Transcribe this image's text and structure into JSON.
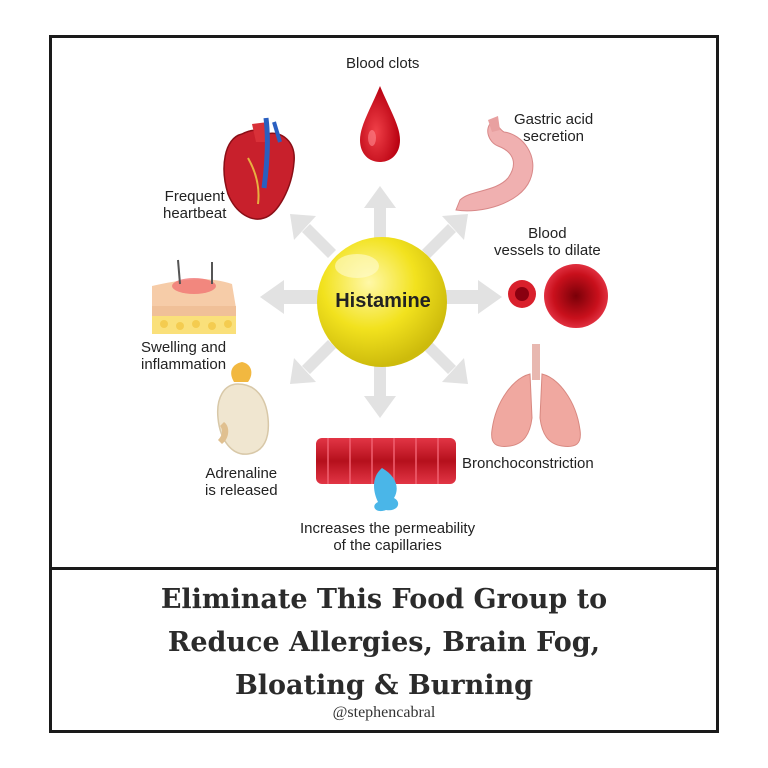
{
  "diagram": {
    "center": "Histamine",
    "effects": [
      {
        "id": "blood-clots",
        "label": "Blood clots"
      },
      {
        "id": "gastric-acid",
        "label": "Gastric acid\nsecretion"
      },
      {
        "id": "blood-vessels",
        "label": "Blood\nvessels to dilate"
      },
      {
        "id": "bronchoconstriction",
        "label": "Bronchoconstriction"
      },
      {
        "id": "permeability",
        "label": "Increases the permeability\nof the capillaries"
      },
      {
        "id": "adrenaline",
        "label": "Adrenaline\nis released"
      },
      {
        "id": "swelling",
        "label": "Swelling and\ninflammation"
      },
      {
        "id": "heartbeat",
        "label": "Frequent\nheartbeat"
      }
    ]
  },
  "caption": {
    "lines": [
      "Eliminate This Food Group to",
      "Reduce Allergies, Brain Fog,",
      "Bloating & Burning"
    ],
    "handle": "@stephencabral"
  },
  "colors": {
    "histamine": "#f2e21e",
    "blood": "#d0101a",
    "arrow": "#e2e2e2",
    "border": "#1a1a1a"
  }
}
